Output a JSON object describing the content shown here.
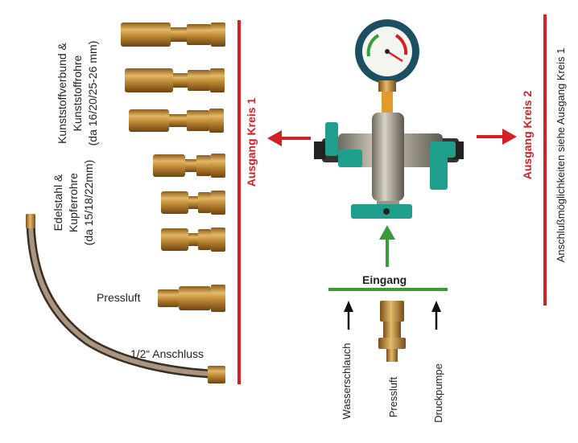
{
  "labels": {
    "ausgang_1": "Ausgang Kreis 1",
    "ausgang_2": "Ausgang Kreis 2",
    "ausgang_2_note": "Anschlußmöglichkeiten siehe Ausgang Kreis 1",
    "eingang": "Eingang",
    "kunststoff_line1": "Kunststoffverbund &",
    "kunststoff_line2": "Kunststoffrohre",
    "kunststoff_line3": "(da 16/20/25-26 mm)",
    "edelstahl_line1": "Edelstahl &",
    "edelstahl_line2": "Kupferrohre",
    "edelstahl_line3": "(da 15/18/22mm)",
    "pressluft_left": "Pressluft",
    "anschluss": "1/2“ Anschluss",
    "wasserschlauch": "Wasserschlauch",
    "pressluft_bottom": "Pressluft",
    "druckpumpe": "Druckpumpe"
  },
  "colors": {
    "red": "#d51f26",
    "green": "#3a9a35",
    "brass": "#c8963e",
    "teal": "#1f9e8c",
    "gauge_ring": "#1d4f63"
  }
}
